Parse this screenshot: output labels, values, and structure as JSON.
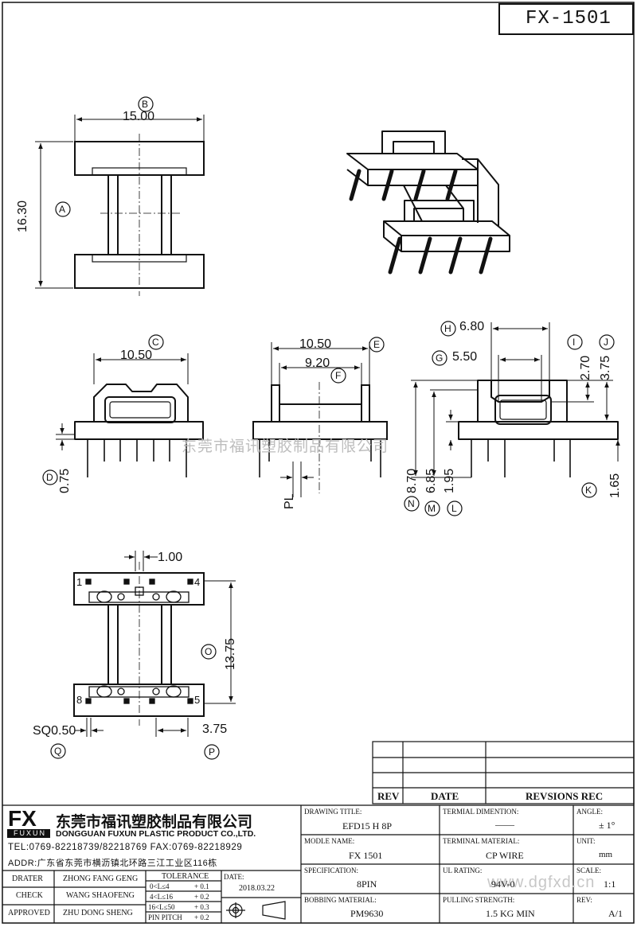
{
  "part_number": "FX-1501",
  "dimensions": {
    "b": "15.00",
    "a": "16.30",
    "c": "10.50",
    "e": "10.50",
    "f": "9.20",
    "h": "6.80",
    "g": "5.50",
    "i": "2.70",
    "j": "3.75",
    "d": "0.75",
    "pl": "PL",
    "n": "8.70",
    "m": "6.85",
    "l": "1.95",
    "k": "1.65",
    "top_pitch": "1.00",
    "o": "13.75",
    "q": "SQ0.50",
    "p": "3.75"
  },
  "callouts": {
    "a": "A",
    "b": "B",
    "c": "C",
    "d": "D",
    "e": "E",
    "f": "F",
    "g": "G",
    "h": "H",
    "i": "I",
    "j": "J",
    "k": "K",
    "l": "L",
    "m": "M",
    "n": "N",
    "o": "O",
    "p": "P",
    "q": "Q"
  },
  "pins": {
    "p1": "1",
    "p4": "4",
    "p5": "5",
    "p8": "8"
  },
  "watermark_text": "东莞市福讯塑胶制品有限公司",
  "watermark_url": "www.dgfxd.cn",
  "revision_table": {
    "rev": "REV",
    "date": "DATE",
    "revisions": "REVSIONS REC"
  },
  "company": {
    "logo": "FX",
    "logo_sub": "FUXUN",
    "name_cn": "东莞市福讯塑胶制品有限公司",
    "name_en": "DONGGUAN FUXUN PLASTIC PRODUCT CO.,LTD.",
    "tel": "TEL:0769-82218739/82218769 FAX:0769-82218929",
    "addr": "ADDR:广东省东莞市横沥镇北环路三江工业区116栋"
  },
  "people": {
    "drater_label": "DRATER",
    "drater": "ZHONG FANG GENG",
    "check_label": "CHECK",
    "check": "WANG SHAOFENG",
    "approved_label": "APPROVED",
    "approved": "ZHU DONG SHENG"
  },
  "tolerance": {
    "title": "TOLERANCE",
    "rows": [
      {
        "range": "0<L≤4",
        "val": "+ 0.1"
      },
      {
        "range": "4<L≤16",
        "val": "+ 0.2"
      },
      {
        "range": "16<L≤50",
        "val": "+ 0.3"
      },
      {
        "range": "PIN PITCH",
        "val": "+ 0.2"
      }
    ]
  },
  "date_label": "DATE:",
  "date": "2018.03.22",
  "fields": {
    "drawing_title_label": "DRAWING TITLE:",
    "drawing_title": "EFD15 H 8P",
    "terminal_dimention_label": "TERMIAL DIMENTION:",
    "terminal_dimention": "——",
    "angle_label": "ANGLE:",
    "angle": "± 1°",
    "model_label": "MODLE NAME:",
    "model": "FX 1501",
    "terminal_material_label": "TERMINAL MATERIAL:",
    "terminal_material": "CP WIRE",
    "unit_label": "UNIT:",
    "unit": "mm",
    "spec_label": "SPECIFICATION:",
    "spec": "8PIN",
    "ul_label": "UL RATING:",
    "ul": "94V-0",
    "scale_label": "SCALE:",
    "scale": "1:1",
    "bobbin_label": "BOBBING MATERIAL:",
    "bobbin": "PM9630",
    "pull_label": "PULLING STRENGTH:",
    "pull": "1.5 KG MIN",
    "rev_label": "REV:",
    "rev": "A/1"
  }
}
